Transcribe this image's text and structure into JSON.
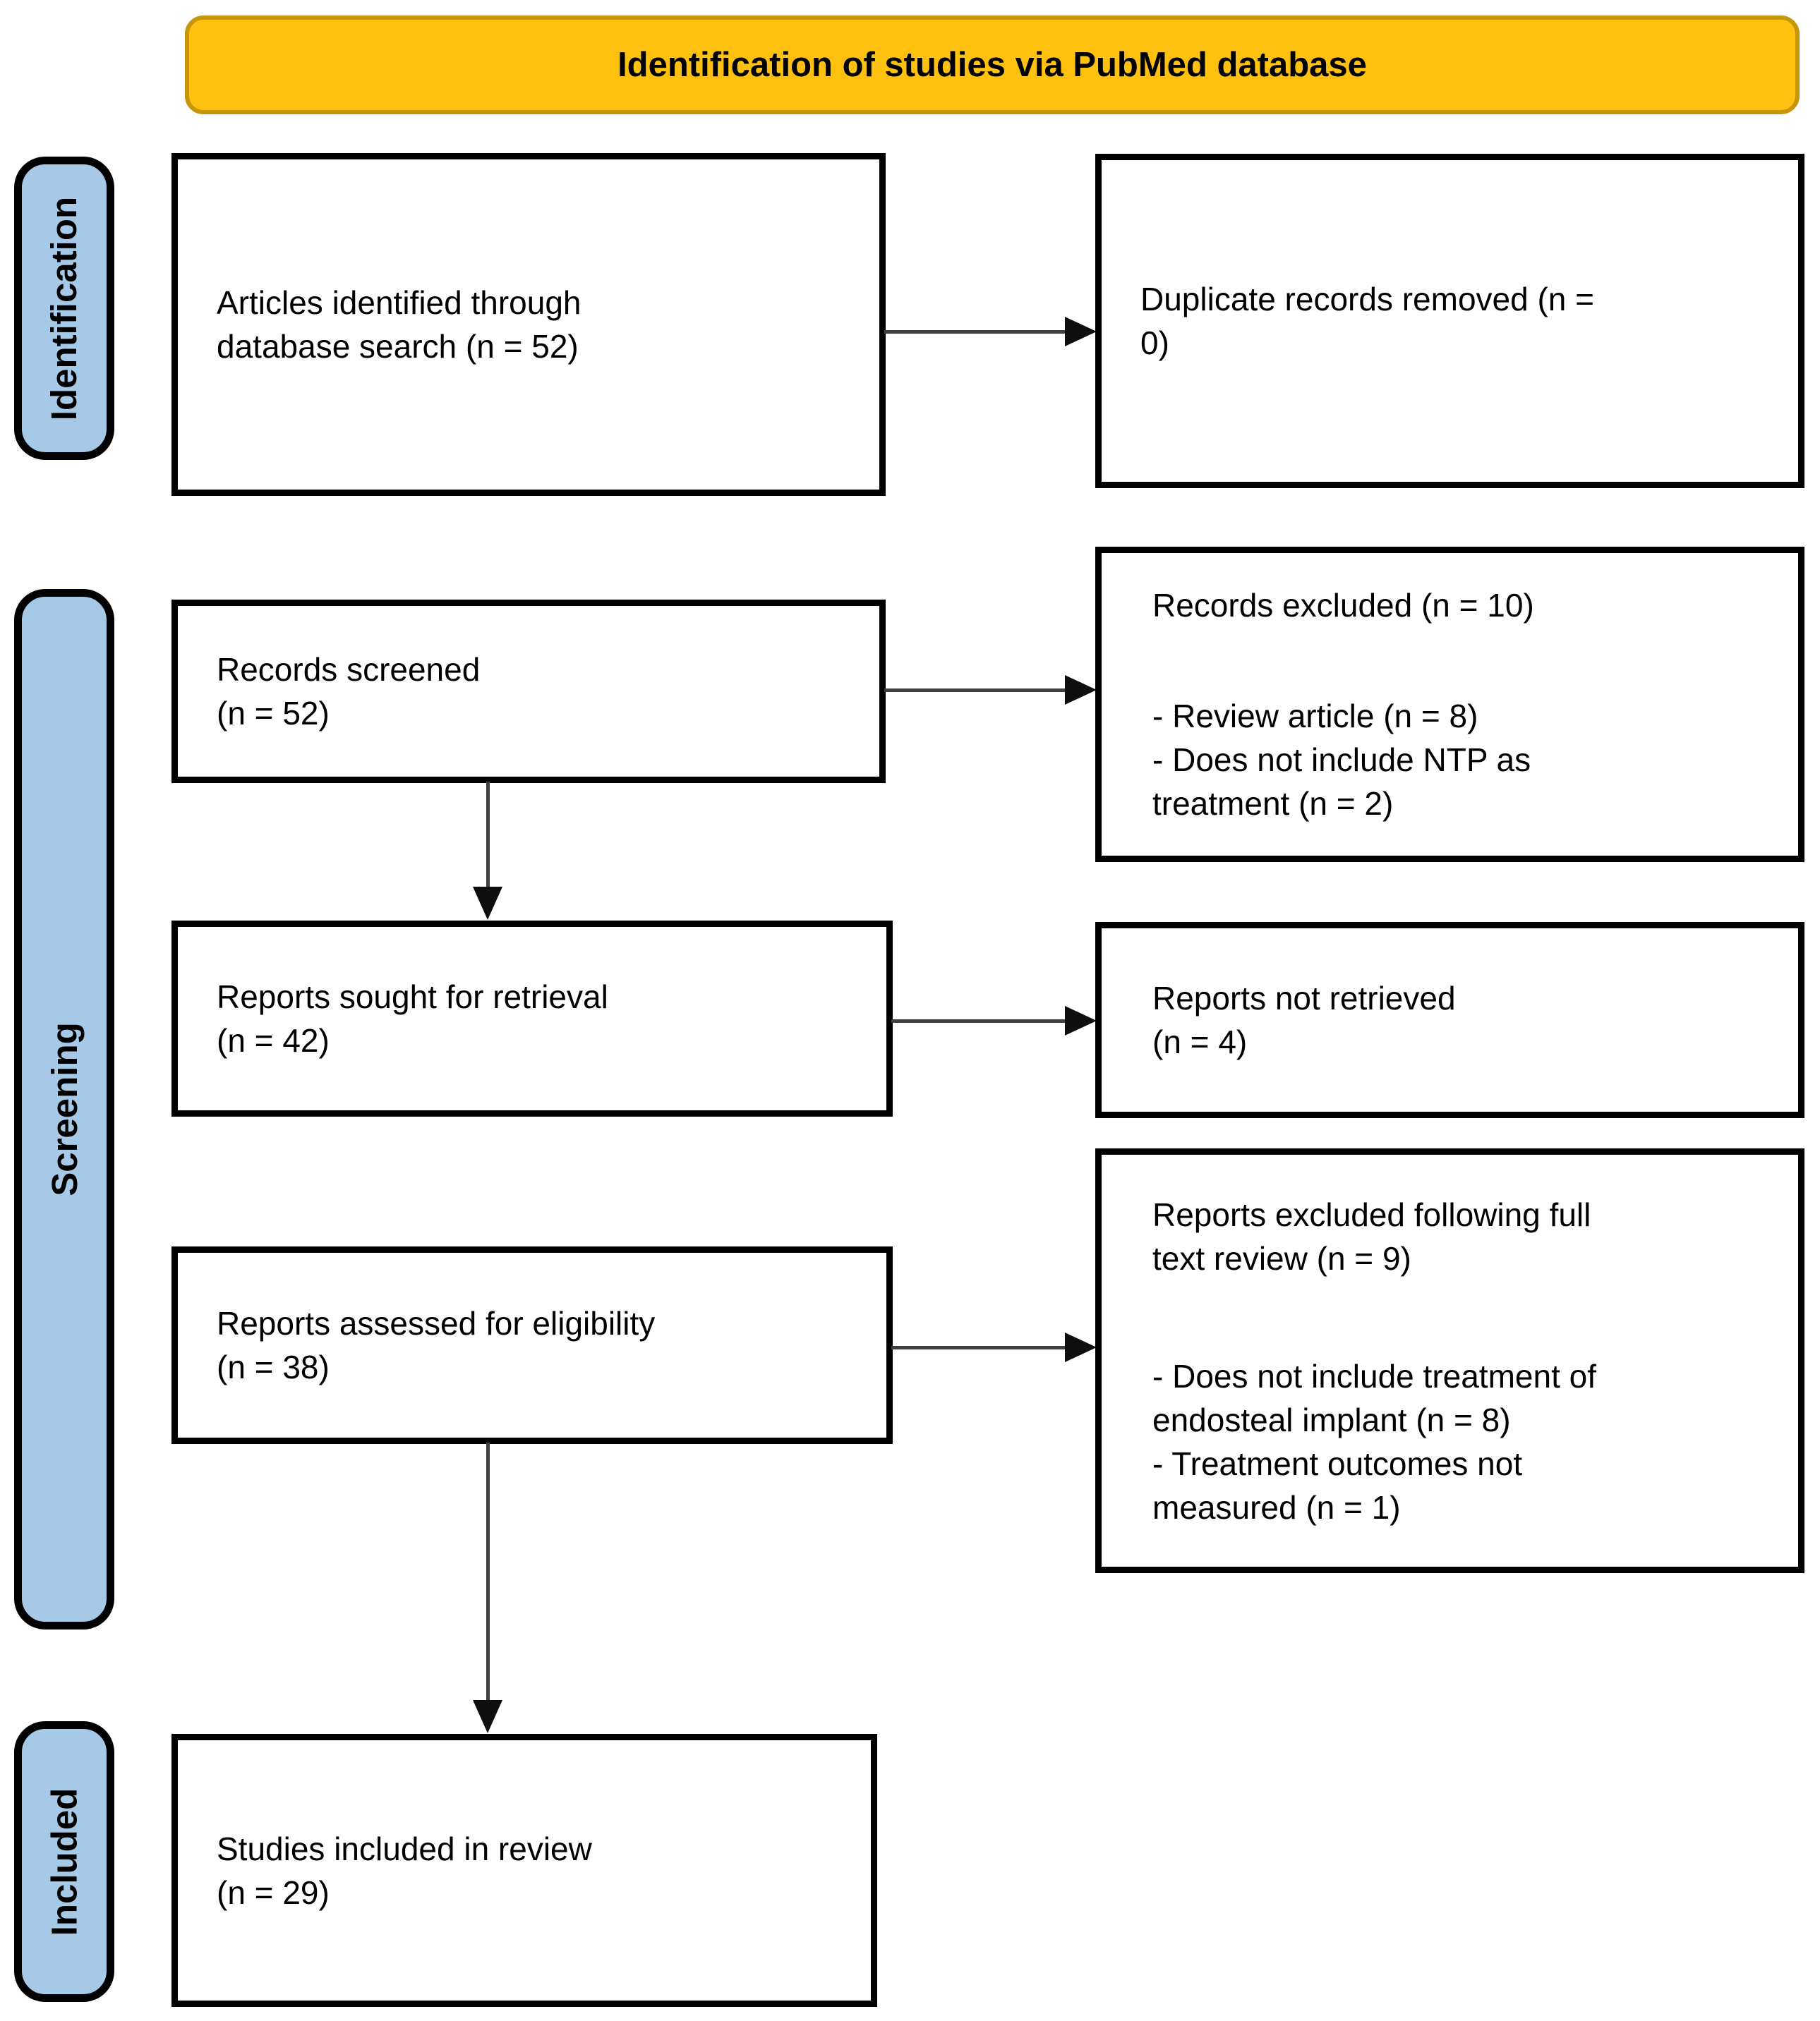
{
  "colors": {
    "banner_bg": "#FEC110",
    "banner_border": "#C8940A",
    "stage_bg": "#A6C9E8",
    "box_bg": "#FFFFFF",
    "box_border": "#000000",
    "arrow_line": "#3F3F3F",
    "arrow_head": "#0E0E0E",
    "text": "#000000"
  },
  "banner": {
    "title": "Identification of studies via PubMed database"
  },
  "stages": [
    {
      "label": "Identification"
    },
    {
      "label": "Screening"
    },
    {
      "label": "Included"
    }
  ],
  "boxes": {
    "articles_identified": {
      "lines": [
        "Articles identified through",
        "database search (n = 52)"
      ]
    },
    "duplicates_removed": {
      "lines": [
        "Duplicate records removed (n =",
        "0)"
      ]
    },
    "records_screened": {
      "lines": [
        "Records screened",
        "(n = 52)"
      ]
    },
    "records_excluded": {
      "title_lines": [
        "Records excluded (n = 10)"
      ],
      "reasons": [
        {
          "lines": [
            "- Review article (n = 8)"
          ]
        },
        {
          "lines": [
            "- Does not include NTP as",
            "treatment (n = 2)"
          ]
        }
      ]
    },
    "reports_sought": {
      "lines": [
        "Reports sought for retrieval",
        "(n = 42)"
      ]
    },
    "reports_not_retrieved": {
      "lines": [
        "Reports not retrieved",
        "(n = 4)"
      ]
    },
    "reports_assessed": {
      "lines": [
        "Reports assessed for eligibility",
        "(n = 38)"
      ]
    },
    "reports_excluded": {
      "title_lines": [
        "Reports excluded following full",
        "text review (n = 9)"
      ],
      "reasons": [
        {
          "lines": [
            "- Does not include treatment of",
            "endosteal implant (n = 8)"
          ]
        },
        {
          "lines": [
            "- Treatment outcomes not",
            "measured (n = 1)"
          ]
        }
      ]
    },
    "studies_included": {
      "lines": [
        "Studies included in review",
        "(n = 29)"
      ]
    }
  }
}
